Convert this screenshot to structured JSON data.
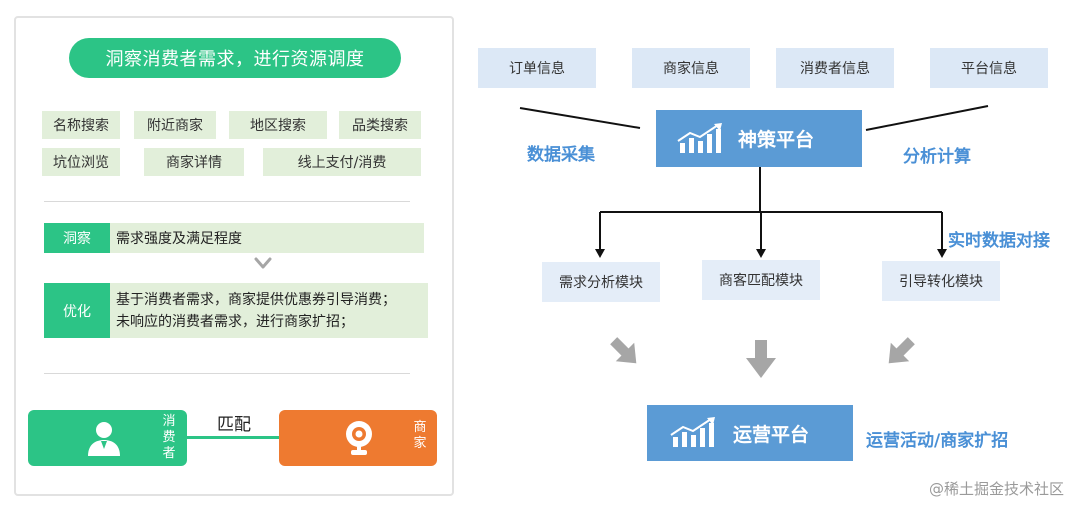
{
  "left": {
    "title": "洞察消费者需求，进行资源调度",
    "tags": [
      "名称搜索",
      "附近商家",
      "地区搜索",
      "品类搜索",
      "坑位浏览",
      "商家详情",
      "线上支付/消费"
    ],
    "insight": {
      "label": "洞察",
      "text": "需求强度及满足程度"
    },
    "optimize": {
      "label": "优化",
      "lines": [
        "基于消费者需求，商家提供优惠券引导消费；",
        "未响应的消费者需求，进行商家扩招；"
      ]
    },
    "consumer_label": "消费者",
    "merchant_label": "商家",
    "match_label": "匹配"
  },
  "right": {
    "info_sources": [
      "订单信息",
      "商家信息",
      "消费者信息",
      "平台信息"
    ],
    "platform_main": "神策平台",
    "label_collect": "数据采集",
    "label_analyze": "分析计算",
    "label_realtime": "实时数据对接",
    "modules": [
      "需求分析模块",
      "商客匹配模块",
      "引导转化模块"
    ],
    "platform_ops": "运营平台",
    "label_ops": "运营活动/商家扩招"
  },
  "watermark": "@稀土掘金技术社区",
  "colors": {
    "green": "#2cc486",
    "light_green": "#e2efda",
    "orange": "#ee7a30",
    "blue": "#5b9bd5",
    "light_blue": "#dce8f6",
    "label_blue": "#4a90d6",
    "arrow_gray": "#a6a6a6"
  }
}
